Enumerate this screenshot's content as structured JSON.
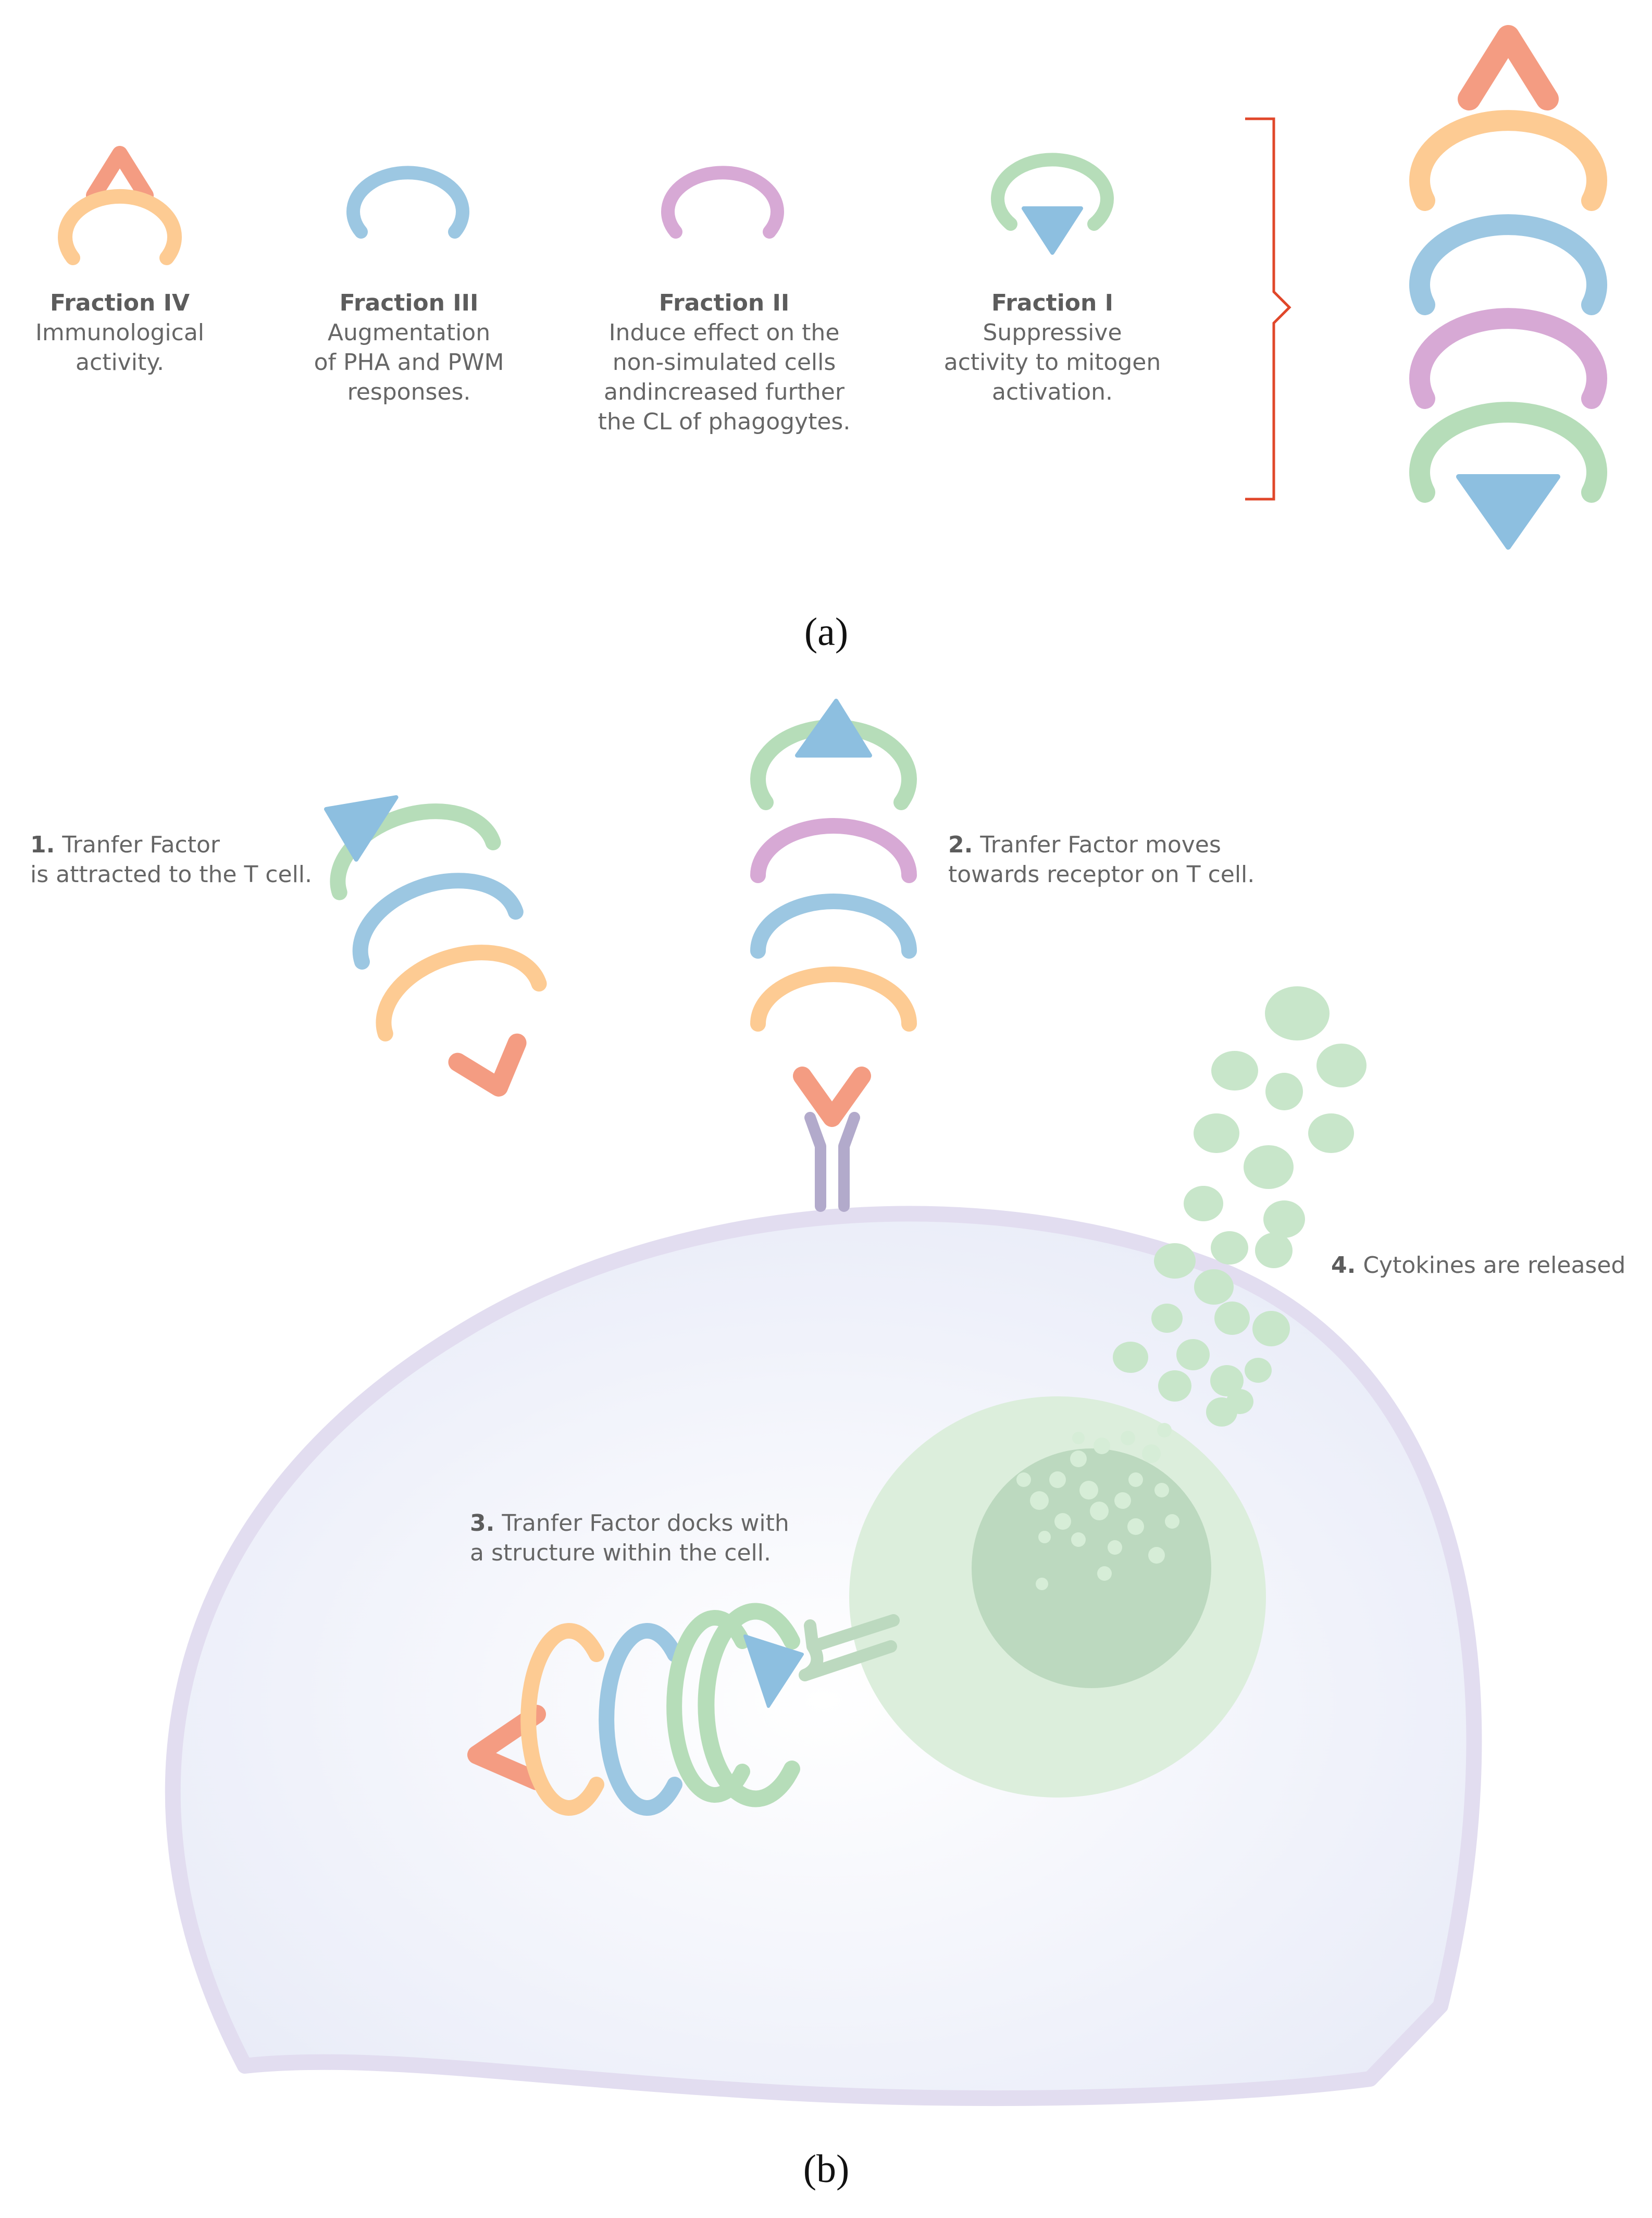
{
  "colors": {
    "orange_chevron": "#F49C82",
    "fraction_iv": "#FDCB93",
    "fraction_iii": "#9CC7E2",
    "fraction_ii": "#D7A9D5",
    "fraction_i": "#B6DDB9",
    "triangle": "#8DBFE0",
    "receptor": "#B2AACB",
    "cell_fill": "#EEF0FA",
    "cell_outline": "#E2DDF0",
    "nucleus_outer": "#DCEEDC",
    "nucleus_inner": "#BCD9BF",
    "cytokine": "#C8E6CA",
    "bracket": "#E0472A"
  },
  "panel_a": {
    "label": "(a)",
    "fractions": [
      {
        "title": "Fraction IV",
        "desc": "Immunological\nactivity."
      },
      {
        "title": "Fraction III",
        "desc": "Augmentation\nof PHA and PWM\nresponses."
      },
      {
        "title": "Fraction II",
        "desc": "Induce effect on the\nnon-simulated cells\nandincreased further\nthe CL of phagogytes."
      },
      {
        "title": "Fraction I",
        "desc": "Suppressive\nactivity to mitogen\nactivation."
      }
    ]
  },
  "panel_b": {
    "label": "(b)",
    "steps": [
      {
        "num": "1.",
        "text": " Tranfer Factor\nis attracted to the T cell."
      },
      {
        "num": "2.",
        "text": " Tranfer Factor moves\ntowards receptor on T cell."
      },
      {
        "num": "3.",
        "text": " Tranfer Factor docks with\na structure within the cell."
      },
      {
        "num": "4.",
        "text": " Cytokines are released"
      }
    ]
  }
}
